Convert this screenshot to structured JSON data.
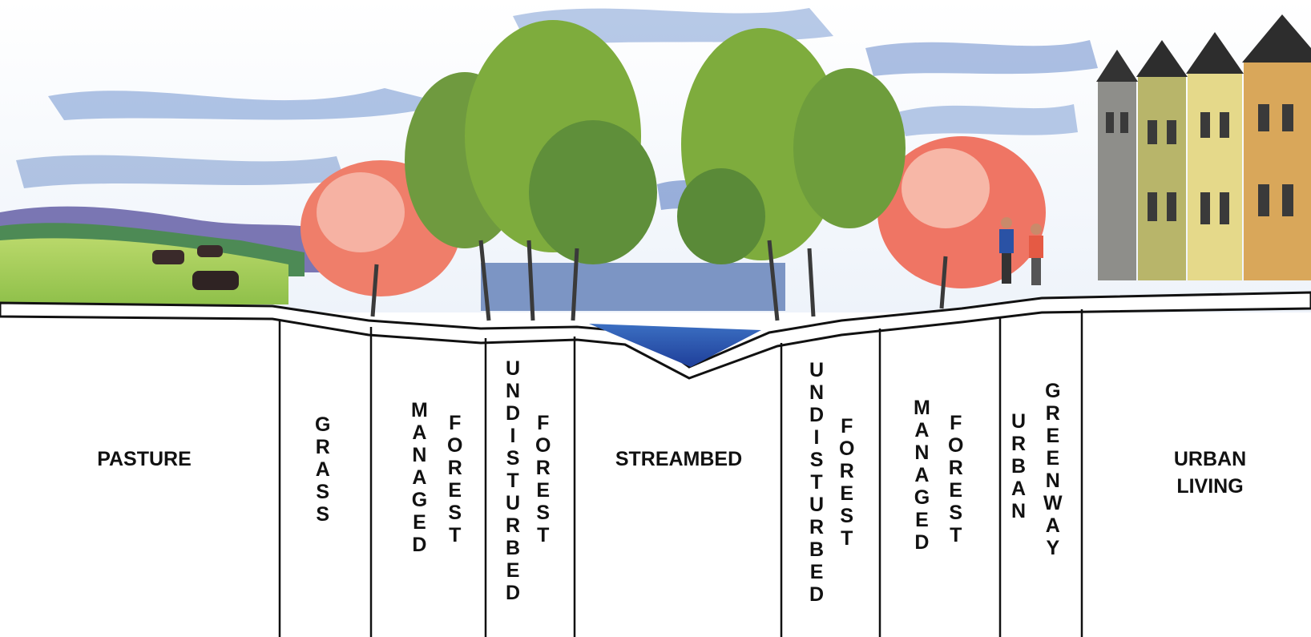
{
  "zones": [
    {
      "id": "pasture",
      "lines": [
        "PASTURE"
      ]
    },
    {
      "id": "grass",
      "lines": [
        "GRASS"
      ]
    },
    {
      "id": "managed-forest-left",
      "lines": [
        "MANAGED",
        "FOREST"
      ]
    },
    {
      "id": "undisturbed-forest-left",
      "lines": [
        "UNDISTURBED",
        "FOREST"
      ]
    },
    {
      "id": "streambed",
      "lines": [
        "STREAMBED"
      ]
    },
    {
      "id": "undisturbed-forest-right",
      "lines": [
        "UNDISTURBED",
        "FOREST"
      ]
    },
    {
      "id": "managed-forest-right",
      "lines": [
        "MANAGED",
        "FOREST"
      ]
    },
    {
      "id": "urban-greenway",
      "lines": [
        "URBAN",
        "GREENWAY"
      ]
    },
    {
      "id": "urban-living",
      "lines": [
        "URBAN",
        "LIVING"
      ]
    }
  ]
}
